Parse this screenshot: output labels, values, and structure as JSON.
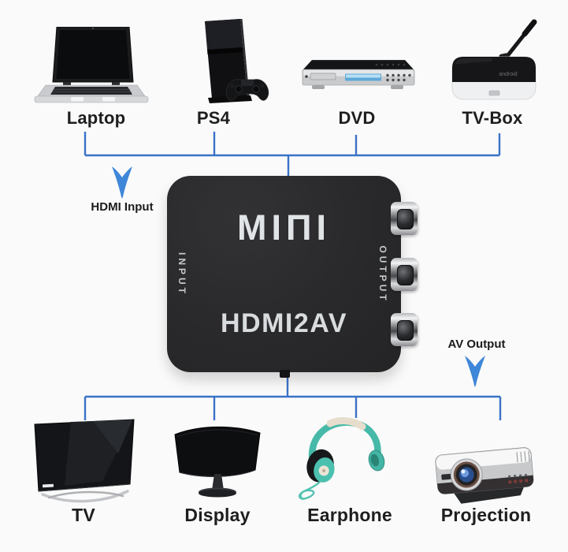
{
  "background": "#fafafa",
  "colors": {
    "wire_blue": "#3a72c7",
    "arrow_blue": "#3e86d8",
    "label_text": "#1e1e1e",
    "converter_body": "#29292b",
    "converter_text": "#dfe2e4"
  },
  "top_devices": [
    {
      "id": "laptop",
      "label": "Laptop"
    },
    {
      "id": "ps4",
      "label": "PS4"
    },
    {
      "id": "dvd",
      "label": "DVD"
    },
    {
      "id": "tv_box",
      "label": "TV-Box",
      "front_text": "android"
    }
  ],
  "bottom_devices": [
    {
      "id": "tv",
      "label": "TV"
    },
    {
      "id": "display",
      "label": "Display"
    },
    {
      "id": "earphone",
      "label": "Earphone"
    },
    {
      "id": "projection",
      "label": "Projection"
    }
  ],
  "converter": {
    "brand": "MINI",
    "brand_display": "MIΠI",
    "model": "HDMI2AV",
    "input_label": "INPUT",
    "output_label": "OUTPUT"
  },
  "annotations": {
    "hdmi_input": "HDMI Input",
    "av_output": "AV Output"
  }
}
